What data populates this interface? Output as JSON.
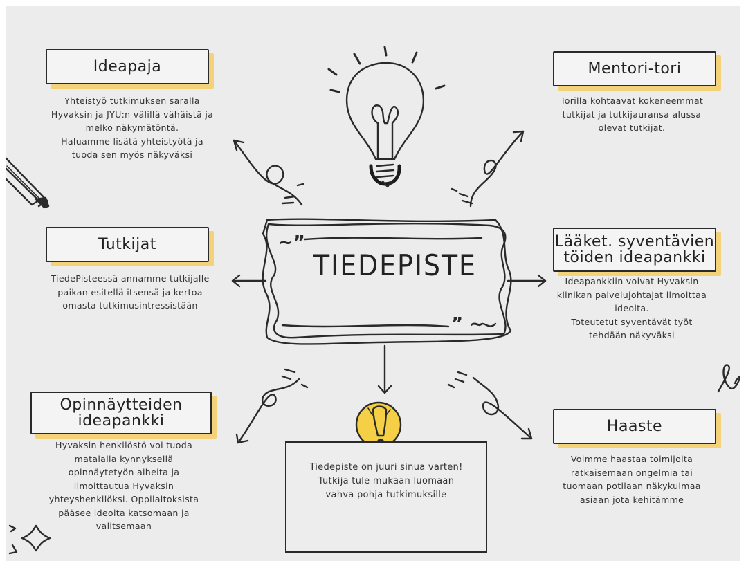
{
  "center": {
    "title": "TIEDEPISTE",
    "open_quote": "~”",
    "close_quote": "” ~"
  },
  "nodes": {
    "ideapaja": {
      "title": "Ideapaja",
      "lines": [
        "Yhteistyö tutkimuksen saralla",
        "Hyvaksin ja JYU:n välillä vähäistä ja",
        "melko näkymätöntä.",
        "Haluamme lisätä yhteistyötä ja",
        "tuoda sen myös näkyväksi"
      ]
    },
    "mentori": {
      "title": "Mentori-tori",
      "lines": [
        "Torilla kohtaavat kokeneemmat",
        "tutkijat ja tutkijauransa alussa",
        "olevat tutkijat."
      ]
    },
    "tutkijat": {
      "title": "Tutkijat",
      "lines": [
        "TiedePisteessä annamme tutkijalle",
        "paikan esitellä itsensä ja kertoa",
        "omasta tutkimusintressistään"
      ]
    },
    "laaket": {
      "title_line1": "Lääket. syventävien",
      "title_line2": "töiden ideapankki",
      "lines": [
        "Ideapankkiin voivat Hyvaksin",
        "klinikan palvelujohtajat ilmoittaa",
        "ideoita.",
        "Toteutetut syventävät työt",
        "tehdään näkyväksi"
      ]
    },
    "opinnayte": {
      "title_line1": "Opinnäytteiden",
      "title_line2": "ideapankki",
      "lines": [
        "Hyvaksin henkilöstö voi tuoda",
        "matalalla kynnyksellä",
        "opinnäytetyön aiheita ja",
        "ilmoittautua Hyvaksin",
        "yhteyshenkilöksi. Oppilaitoksista",
        "pääsee ideoita katsomaan ja",
        "valitsemaan"
      ]
    },
    "haaste": {
      "title": "Haaste",
      "lines": [
        "Voimme haastaa toimijoita",
        "ratkaisemaan ongelmia tai",
        "tuomaan potilaan näkykulmaa",
        "asiaan jota kehitämme"
      ]
    },
    "bottom": {
      "lines": [
        "Tiedepiste on juuri sinua varten!",
        "Tutkija tule mukaan luomaan",
        "vahva pohja tutkimuksille"
      ]
    }
  },
  "colors": {
    "background": "#ececec",
    "highlight": "#f3d27a",
    "bulb_yellow": "#f5cf45",
    "ink": "#2a2a2a"
  },
  "icons": [
    "lightbulb-icon",
    "exclamation-icon",
    "pencil-icon",
    "sparkle-icon",
    "swirl-arrow-icon"
  ]
}
